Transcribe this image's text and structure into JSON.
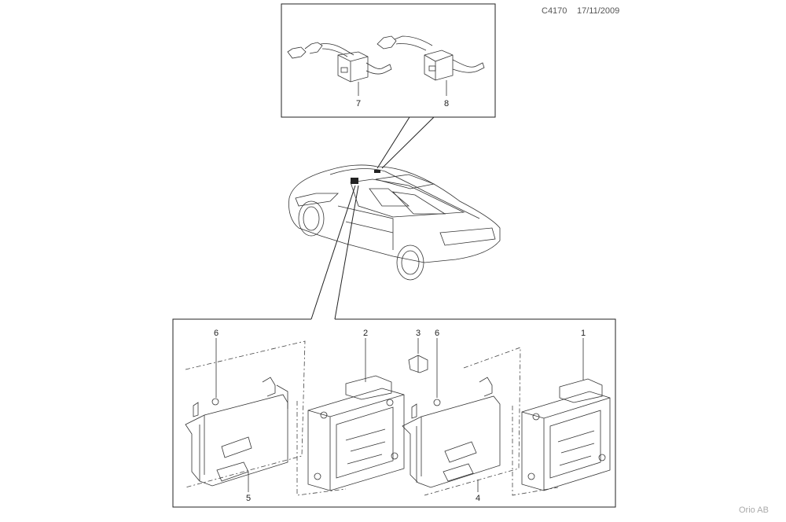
{
  "header": {
    "code": "C4170",
    "date": "17/11/2009"
  },
  "footer": {
    "brand": "Orio AB"
  },
  "callouts": {
    "n1": "1",
    "n2": "2",
    "n3": "3",
    "n4": "4",
    "n5": "5",
    "n6a": "6",
    "n6b": "6",
    "n7": "7",
    "n8": "8"
  }
}
